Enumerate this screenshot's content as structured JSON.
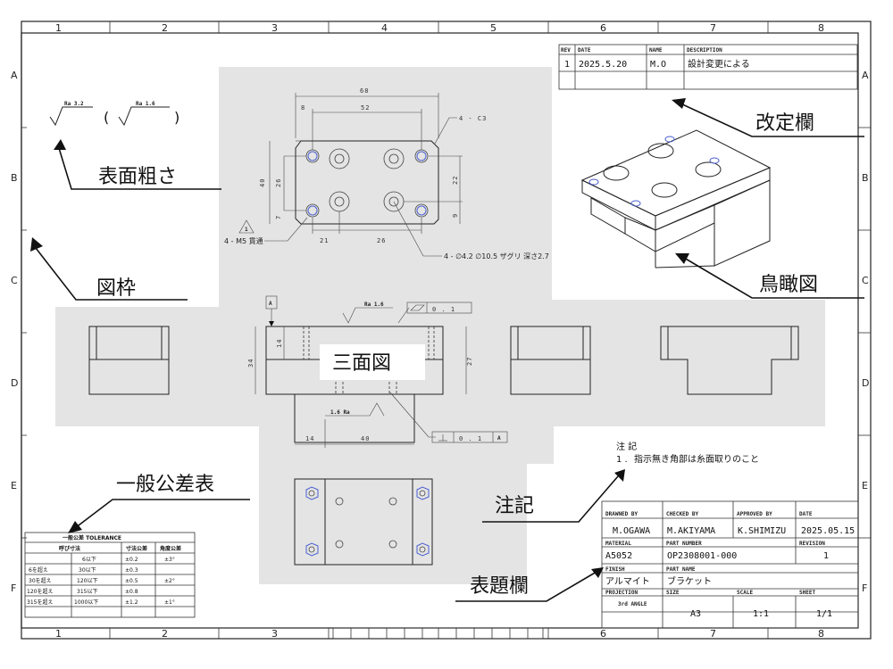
{
  "zones": {
    "columns": [
      "1",
      "2",
      "3",
      "4",
      "5",
      "6",
      "7",
      "8"
    ],
    "rows": [
      "A",
      "B",
      "C",
      "D",
      "E",
      "F"
    ]
  },
  "revision_table": {
    "headers": [
      "REV",
      "DATE",
      "NAME",
      "DESCRIPTION"
    ],
    "rows": [
      [
        "1",
        "2025.5.20",
        "M.O",
        "設計変更による"
      ]
    ]
  },
  "callouts": {
    "surface_roughness": "表面粗さ",
    "frame": "図枠",
    "three_view": "三面図",
    "revision_block": "改定欄",
    "isometric": "鳥瞰図",
    "general_tolerance": "一般公差表",
    "notes": "注記",
    "title_block": "表題欄"
  },
  "surface_symbol": {
    "main": "Ra 3.2",
    "other": "Ra 1.6",
    "open": "(",
    "close": ")"
  },
  "top_view_dims": {
    "overall_width": "68",
    "inner_width": "52",
    "left_offset": "8",
    "chamfer": "4 - C3",
    "height": "40",
    "hole_pitch_v": "26",
    "bottom_offset": "7",
    "right_v": "22",
    "right_small": "9",
    "bottom_left": "21",
    "bottom_pitch": "26",
    "tap_note": "4 - M5 貫通",
    "rev_mark": "1",
    "counterbore_note": "4 - ∅4.2 ∅10.5 ザグリ 深さ2.7"
  },
  "front_view_dims": {
    "datum": "A",
    "roughness": "Ra 1.6",
    "flatness_value": "0 . 1",
    "height_total": "34",
    "height_upper": "14",
    "right_height": "27",
    "roughness_bottom": "1.6 Ra",
    "perp_value": "0 . 1",
    "perp_datum": "A",
    "bottom_left": "14",
    "bottom_width": "40"
  },
  "notes": {
    "heading": "注 記",
    "item_number": "1 .",
    "item_text": "指示無き角部は糸面取りのこと"
  },
  "tolerance_table": {
    "title": "一般公差 TOLERANCE",
    "col_nominal": "呼び寸法",
    "col_dim": "寸法公差",
    "col_angle": "角度公差",
    "rows": [
      {
        "from": "",
        "to": "6以下",
        "dim": "±0.2"
      },
      {
        "from": "6を超え",
        "to": "30以下",
        "dim": "±0.3"
      },
      {
        "from": "30を超え",
        "to": "120以下",
        "dim": "±0.5"
      },
      {
        "from": "120を超え",
        "to": "315以下",
        "dim": "±0.8"
      },
      {
        "from": "315を超え",
        "to": "1000以下",
        "dim": "±1.2"
      }
    ],
    "angles": [
      "±3°",
      "±2°",
      "±1°"
    ]
  },
  "title_block": {
    "drawn_by_label": "DRAWNED BY",
    "drawn_by": "M.OGAWA",
    "checked_by_label": "CHECKED BY",
    "checked_by": "M.AKIYAMA",
    "approved_by_label": "APPROVED BY",
    "approved_by": "K.SHIMIZU",
    "date_label": "DATE",
    "date": "2025.05.15",
    "material_label": "MATERIAL",
    "material": "A5052",
    "part_number_label": "PART NUMBER",
    "part_number": "OP2308001-000",
    "revision_label": "REVISION",
    "revision": "1",
    "finish_label": "FINISH",
    "finish": "アルマイト",
    "part_name_label": "PART NAME",
    "part_name": "ブラケット",
    "projection_label": "PROJECTION",
    "projection": "3rd ANGLE",
    "size_label": "SIZE",
    "size": "A3",
    "scale_label": "SCALE",
    "scale": "1:1",
    "sheet_label": "SHEET",
    "sheet": "1/1"
  }
}
